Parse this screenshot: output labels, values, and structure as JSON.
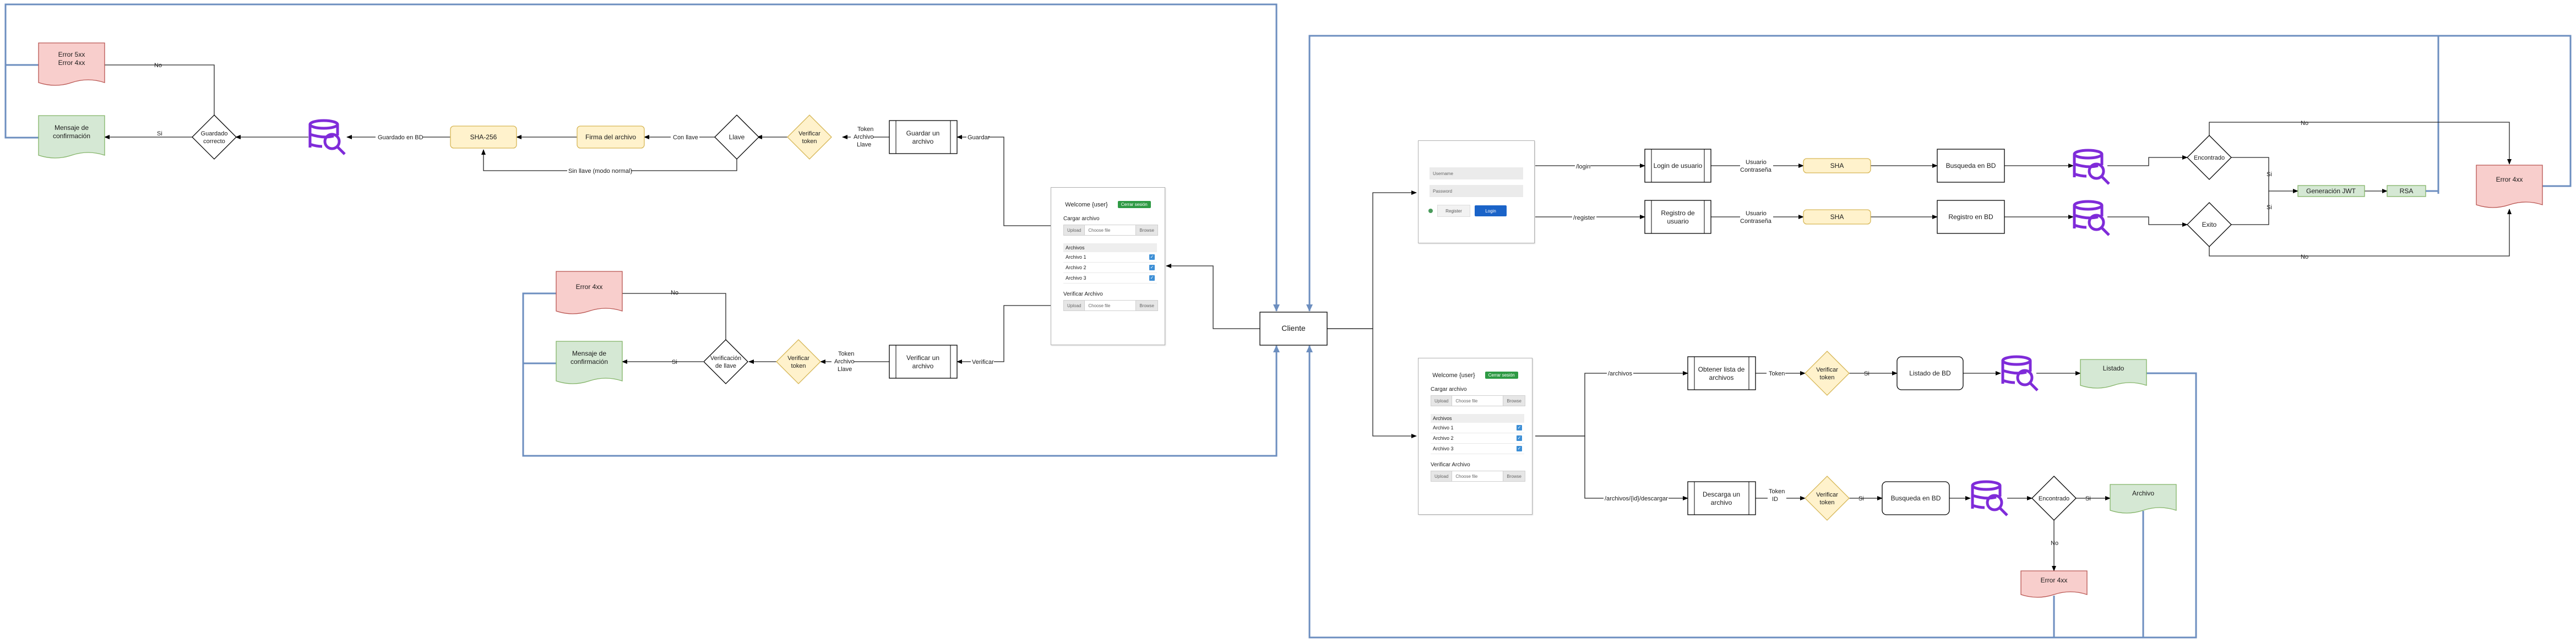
{
  "nodes": {
    "cliente": "Cliente",
    "guardar_archivo": [
      "Guardar un",
      "archivo"
    ],
    "verificar_archivo": [
      "Verificar un",
      "archivo"
    ],
    "verificar_token": [
      "Verificar",
      "token"
    ],
    "llave": "Llave",
    "firma_archivo": "Firma del archivo",
    "sha256": "SHA-256",
    "guardado_correcto": [
      "Guardado",
      "correcto"
    ],
    "mensaje_confirmacion": [
      "Mensaje de",
      "confirmación"
    ],
    "error_5xx_4xx": [
      "Error 5xx",
      "Error 4xx"
    ],
    "verificacion_llave": [
      "Verificación",
      "de llave"
    ],
    "error_4xx": "Error 4xx",
    "login_usuario": [
      "Login de usuario"
    ],
    "registro_usuario": [
      "Registro de",
      "usuario"
    ],
    "sha": "SHA",
    "busqueda_bd": "Busqueda en BD",
    "registro_bd": "Registro en BD",
    "encontrado": "Encontrado",
    "exito": "Exito",
    "generacion_jwt": "Generación JWT",
    "rsa": "RSA",
    "obtener_lista": [
      "Obtener lista de",
      "archivos"
    ],
    "listado_bd": "Listado de BD",
    "listado": "Listado",
    "descarga_archivo": [
      "Descarga un",
      "archivo"
    ],
    "archivo": "Archivo"
  },
  "edges": {
    "guardar": "Guardar",
    "verificar": "Verificar",
    "token_archivo_llave": [
      "Token",
      "Archivo",
      "Llave"
    ],
    "con_llave": "Con llave",
    "sin_llave": "Sin llave (modo normal)",
    "guardado_en_bd": "Guardado en BD",
    "si": "Si",
    "no": "No",
    "login": "/login",
    "register": "/register",
    "usuario_contrasena": [
      "Usuario",
      "Contraseña"
    ],
    "archivos": "/archivos",
    "archivos_id_descargar": "/archivos/{id}/descargar",
    "token": "Token",
    "token_id": [
      "Token",
      "ID"
    ]
  },
  "mock_upload": {
    "welcome": "Welcome {user}",
    "badge": "Cerrar sesión",
    "cargar": "Cargar archivo",
    "upload_btn": "Upload",
    "choose": "Choose file",
    "browse": "Browse",
    "list_title": "Archivos",
    "files": [
      "Archivo 1",
      "Archivo 2",
      "Archivo 3"
    ],
    "verificar": "Verificar Archivo"
  },
  "mock_login": {
    "username": "Username",
    "password": "Password",
    "register_btn": "Register",
    "login_btn": "Login"
  },
  "colors": {
    "yellow_fill": "#fff2cc",
    "yellow_stroke": "#d6b656",
    "red_fill": "#f8cecc",
    "red_stroke": "#b85450",
    "green_fill": "#d5e8d4",
    "green_stroke": "#82b366",
    "blue_line": "#6c8ebf",
    "db_icon": "#7f2bd9"
  }
}
